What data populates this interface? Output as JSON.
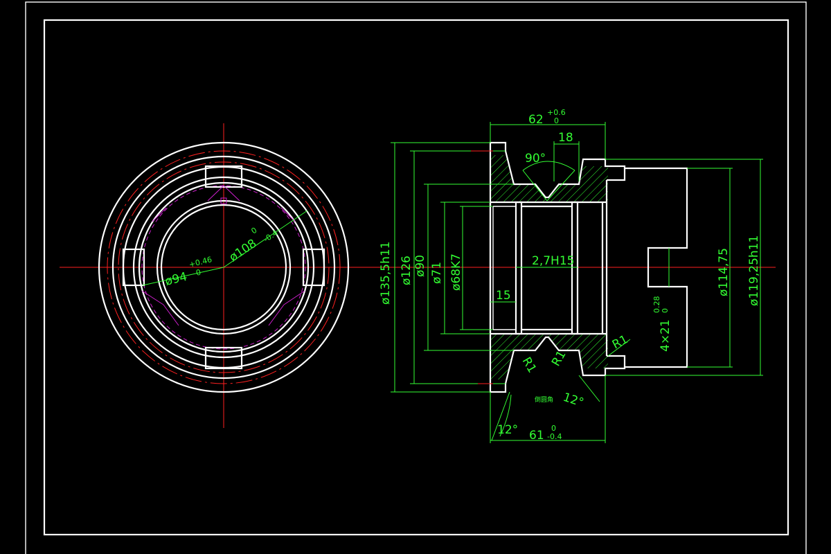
{
  "drawing": {
    "dimensions": {
      "d_135": "ø135,5h11",
      "d_126": "ø126",
      "d_90": "ø90",
      "d_71": "ø71",
      "d_68": "ø68K7",
      "groove_h15": "2,7H15",
      "len_15": "15",
      "r1_right": "R1",
      "r1_a": "R1",
      "r1_b": "R1",
      "slot": "4×21",
      "slot_tol_up": "0.28",
      "slot_tol_dn": "0",
      "d_114": "ø114,75",
      "d_119": "ø119,25h11",
      "width_62": "62",
      "width_62_tol_up": "+0.6",
      "width_62_tol_dn": "0",
      "width_18": "18",
      "angle_90": "90°",
      "angle_12a": "12°",
      "angle_12b": "12°",
      "width_61": "61",
      "width_61_tol_up": "0",
      "width_61_tol_dn": "-0.4",
      "chamfer_note": "倒圆角",
      "d_94": "ø94",
      "d_94_tol_up": "+0.46",
      "d_94_tol_dn": "0",
      "d_108": "ø108",
      "d_108_tol_up": "0",
      "d_108_tol_dn": "-0.4"
    }
  }
}
